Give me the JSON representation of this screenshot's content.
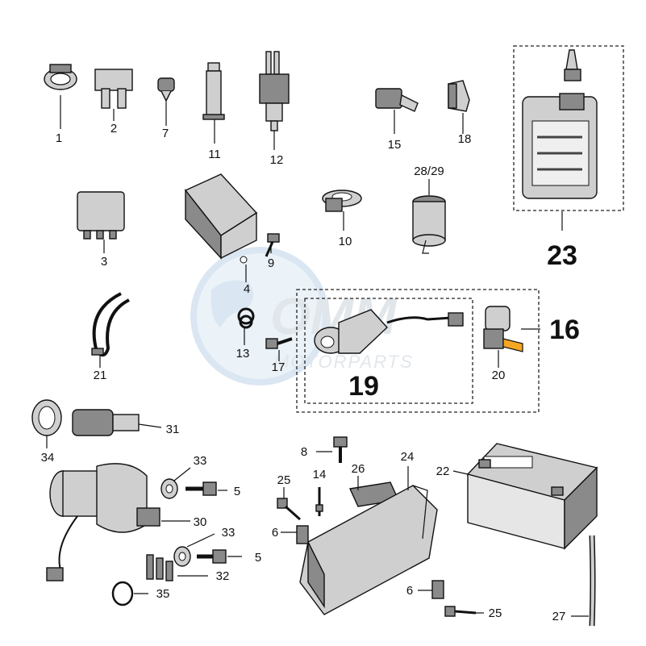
{
  "watermark": {
    "logo_text": "OMM",
    "sub_text": "MOTORPARTS",
    "colors": {
      "globe": "#bcd3e8",
      "text": "#c9d2dc"
    }
  },
  "callouts": [
    {
      "id": "c1",
      "text": "1"
    },
    {
      "id": "c2",
      "text": "2"
    },
    {
      "id": "c7",
      "text": "7"
    },
    {
      "id": "c11",
      "text": "11"
    },
    {
      "id": "c12",
      "text": "12"
    },
    {
      "id": "c15",
      "text": "15"
    },
    {
      "id": "c18",
      "text": "18"
    },
    {
      "id": "c3",
      "text": "3"
    },
    {
      "id": "c4",
      "text": "4"
    },
    {
      "id": "c9",
      "text": "9"
    },
    {
      "id": "c10",
      "text": "10"
    },
    {
      "id": "c2829",
      "text": "28/29"
    },
    {
      "id": "c21",
      "text": "21"
    },
    {
      "id": "c13",
      "text": "13"
    },
    {
      "id": "c17",
      "text": "17"
    },
    {
      "id": "c20",
      "text": "20"
    },
    {
      "id": "c31",
      "text": "31"
    },
    {
      "id": "c34",
      "text": "34"
    },
    {
      "id": "c33a",
      "text": "33"
    },
    {
      "id": "c5a",
      "text": "5"
    },
    {
      "id": "c30",
      "text": "30"
    },
    {
      "id": "c33b",
      "text": "33"
    },
    {
      "id": "c5b",
      "text": "5"
    },
    {
      "id": "c32",
      "text": "32"
    },
    {
      "id": "c35",
      "text": "35"
    },
    {
      "id": "c8",
      "text": "8"
    },
    {
      "id": "c25a",
      "text": "25"
    },
    {
      "id": "c14",
      "text": "14"
    },
    {
      "id": "c26",
      "text": "26"
    },
    {
      "id": "c24",
      "text": "24"
    },
    {
      "id": "c6a",
      "text": "6"
    },
    {
      "id": "c6b",
      "text": "6"
    },
    {
      "id": "c25b",
      "text": "25"
    },
    {
      "id": "c22",
      "text": "22"
    },
    {
      "id": "c27",
      "text": "27"
    }
  ],
  "group_labels": [
    {
      "id": "g23",
      "text": "23"
    },
    {
      "id": "g19",
      "text": "19"
    },
    {
      "id": "g16",
      "text": "16"
    }
  ],
  "colors": {
    "line": "#111111",
    "part_fill": "#cfcfcf",
    "part_dark": "#8a8a8a"
  }
}
